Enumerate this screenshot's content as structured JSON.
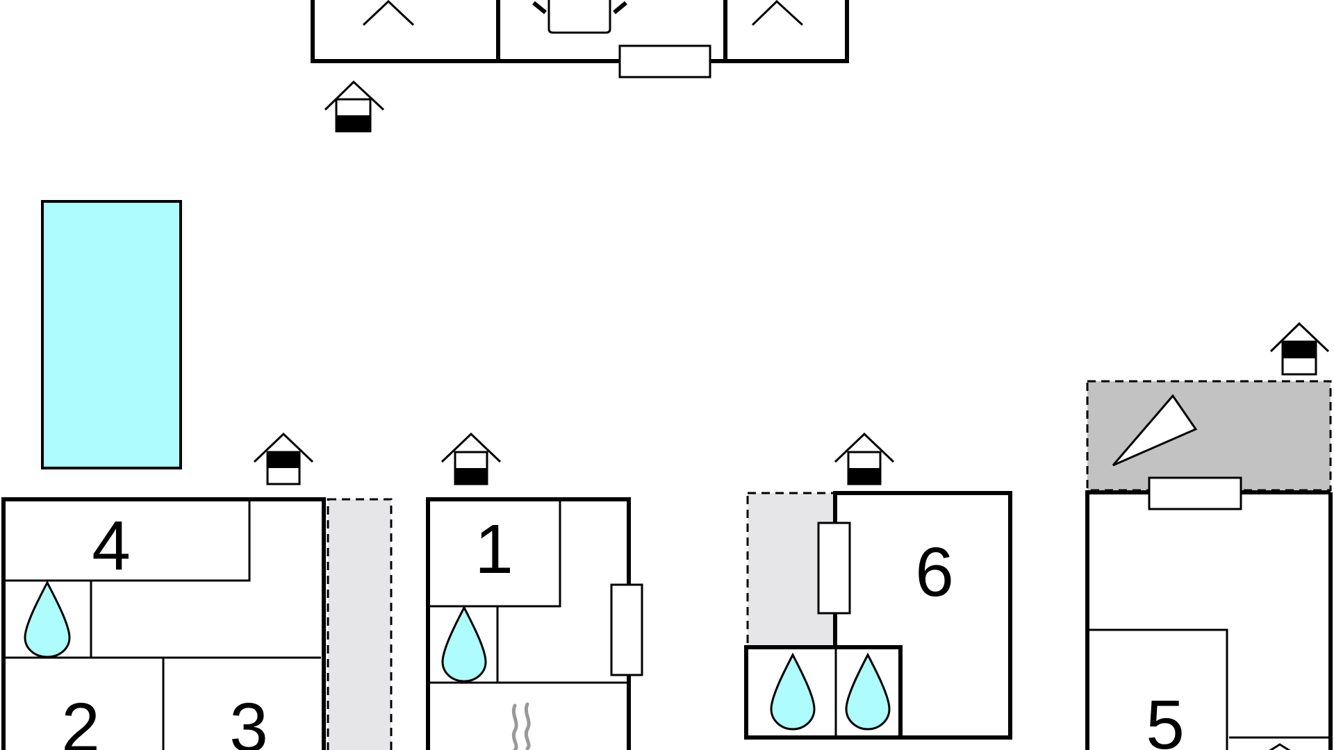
{
  "rooms": {
    "r1": "1",
    "r2": "2",
    "r3": "3",
    "r4": "4",
    "r5": "5",
    "r6": "6"
  },
  "colors": {
    "pool": "#aefcfb",
    "water_drop": "#aefcfb",
    "terrace_light": "#e6e6e8",
    "terrace_dark": "#c2c2c2",
    "wall": "#000000"
  },
  "icons": [
    "entrance-icon",
    "water-drop-icon",
    "window-icon",
    "bed-icon",
    "table-icon",
    "stove-icon",
    "triangle-marker-icon"
  ]
}
